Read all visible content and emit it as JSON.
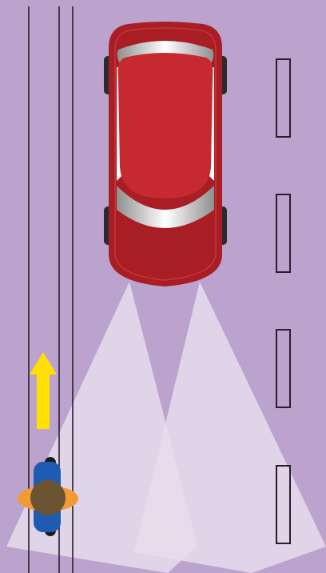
{
  "scene": {
    "colors": {
      "road": "#BCA3CE",
      "lane_line": "#2B1B2B",
      "car_body": "#A81E24",
      "car_roof": "#C62A30",
      "headlight_beam": "#E6DDEC",
      "arrow": "#FFE000",
      "bicycle": "#1D5CB0",
      "rider_shoulders": "#F39A33",
      "rider_head": "#6C5433"
    },
    "elements": {
      "car": "car-top-view",
      "cyclist": "cyclist-top-view",
      "direction_arrow": "up-arrow-icon",
      "headlight_beams": 2,
      "lane_markers": 4,
      "edge_lines": 3
    }
  }
}
